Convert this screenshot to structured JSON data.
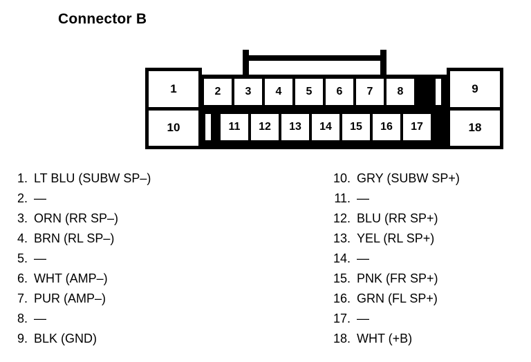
{
  "page": {
    "title": "Connector B",
    "background_color": "#ffffff",
    "line_color": "#000000"
  },
  "connector": {
    "latch": {
      "name": "locking-tab",
      "post_count": 2
    },
    "top_row_pins": [
      "1",
      "2",
      "3",
      "4",
      "5",
      "6",
      "7",
      "8",
      "9"
    ],
    "bottom_row_pins": [
      "10",
      "11",
      "12",
      "13",
      "14",
      "15",
      "16",
      "17",
      "18"
    ],
    "middle_top_pins": [
      "2",
      "3",
      "4",
      "5",
      "6",
      "7",
      "8"
    ],
    "middle_bottom_pins": [
      "11",
      "12",
      "13",
      "14",
      "15",
      "16",
      "17"
    ],
    "end_left_top": "1",
    "end_left_bottom": "10",
    "end_right_top": "9",
    "end_right_bottom": "18"
  },
  "legend": {
    "left_column": [
      {
        "num": "1.",
        "desc": "LT BLU (SUBW SP–)"
      },
      {
        "num": "2.",
        "desc": "—"
      },
      {
        "num": "3.",
        "desc": "ORN (RR SP–)"
      },
      {
        "num": "4.",
        "desc": "BRN (RL SP–)"
      },
      {
        "num": "5.",
        "desc": "—"
      },
      {
        "num": "6.",
        "desc": "WHT (AMP–)"
      },
      {
        "num": "7.",
        "desc": "PUR (AMP–)"
      },
      {
        "num": "8.",
        "desc": "—"
      },
      {
        "num": "9.",
        "desc": "BLK (GND)"
      }
    ],
    "right_column": [
      {
        "num": "10.",
        "desc": "GRY (SUBW SP+)"
      },
      {
        "num": "11.",
        "desc": "—"
      },
      {
        "num": "12.",
        "desc": "BLU (RR SP+)"
      },
      {
        "num": "13.",
        "desc": "YEL (RL SP+)"
      },
      {
        "num": "14.",
        "desc": "—"
      },
      {
        "num": "15.",
        "desc": "PNK (FR SP+)"
      },
      {
        "num": "16.",
        "desc": "GRN (FL SP+)"
      },
      {
        "num": "17.",
        "desc": "—"
      },
      {
        "num": "18.",
        "desc": "WHT (+B)"
      }
    ]
  }
}
